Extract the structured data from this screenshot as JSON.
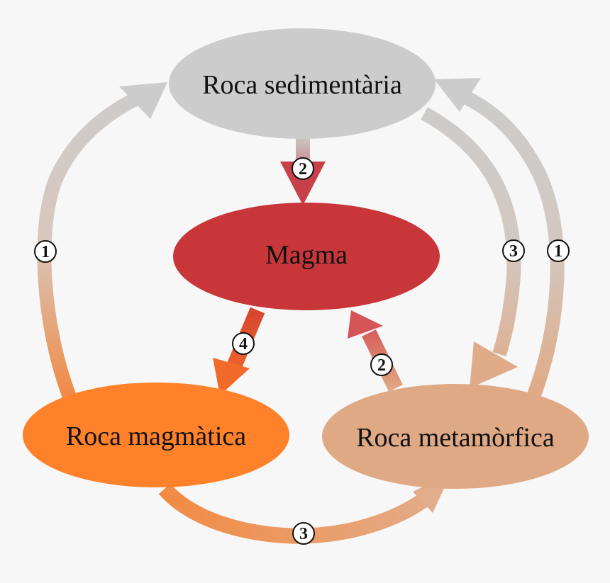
{
  "nodes": {
    "sedimentary": {
      "label": "Roca sedimentària",
      "color": "#cccccc"
    },
    "magma": {
      "label": "Magma",
      "color": "#c8363a"
    },
    "igneous": {
      "label": "Roca magmàtica",
      "color": "#ff822a"
    },
    "metamorphic": {
      "label": "Roca metamòrfica",
      "color": "#e0a985"
    }
  },
  "steps": {
    "sed_to_magma": "2",
    "magma_to_igneous": "4",
    "metamorphic_to_magma": "2",
    "igneous_to_sedimentary": "1",
    "sedimentary_to_metamorphic": "3",
    "metamorphic_to_sedimentary": "1",
    "igneous_to_metamorphic": "3"
  }
}
